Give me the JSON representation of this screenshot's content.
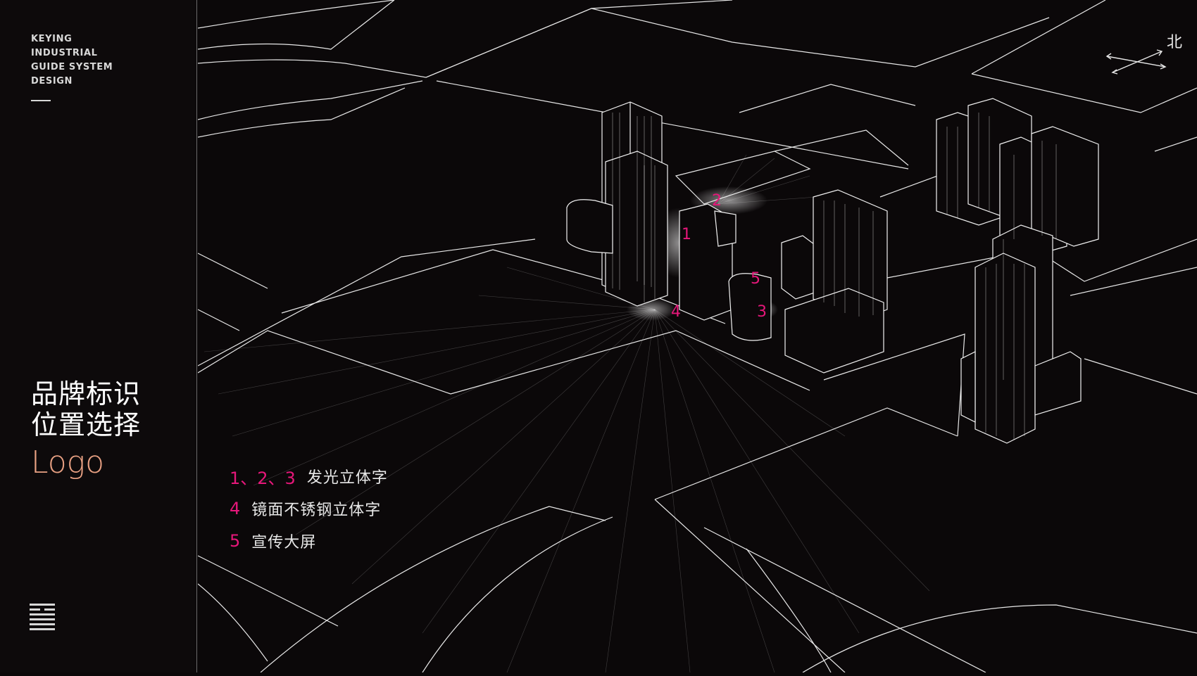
{
  "brand": {
    "lines": [
      "KEYING",
      "INDUSTRIAL",
      "GUIDE SYSTEM",
      "DESIGN"
    ]
  },
  "title": {
    "line1": "品牌标识",
    "line2": "位置选择",
    "logo_word": "Logo"
  },
  "compass": {
    "north_label": "北",
    "icon": "north-arrow-icon"
  },
  "markers": [
    "1",
    "2",
    "3",
    "4",
    "5"
  ],
  "legend": [
    {
      "numbers": "1、2、3",
      "text": "发光立体字"
    },
    {
      "numbers": "4",
      "text": "镜面不锈钢立体字"
    },
    {
      "numbers": "5",
      "text": "宣传大屏"
    }
  ],
  "colors": {
    "background": "#0b0809",
    "accent_pink": "#e6177a",
    "logo_orange": "#e9a183",
    "lines": "#ffffff"
  },
  "icons": {
    "menu": "menu-stack-icon"
  }
}
